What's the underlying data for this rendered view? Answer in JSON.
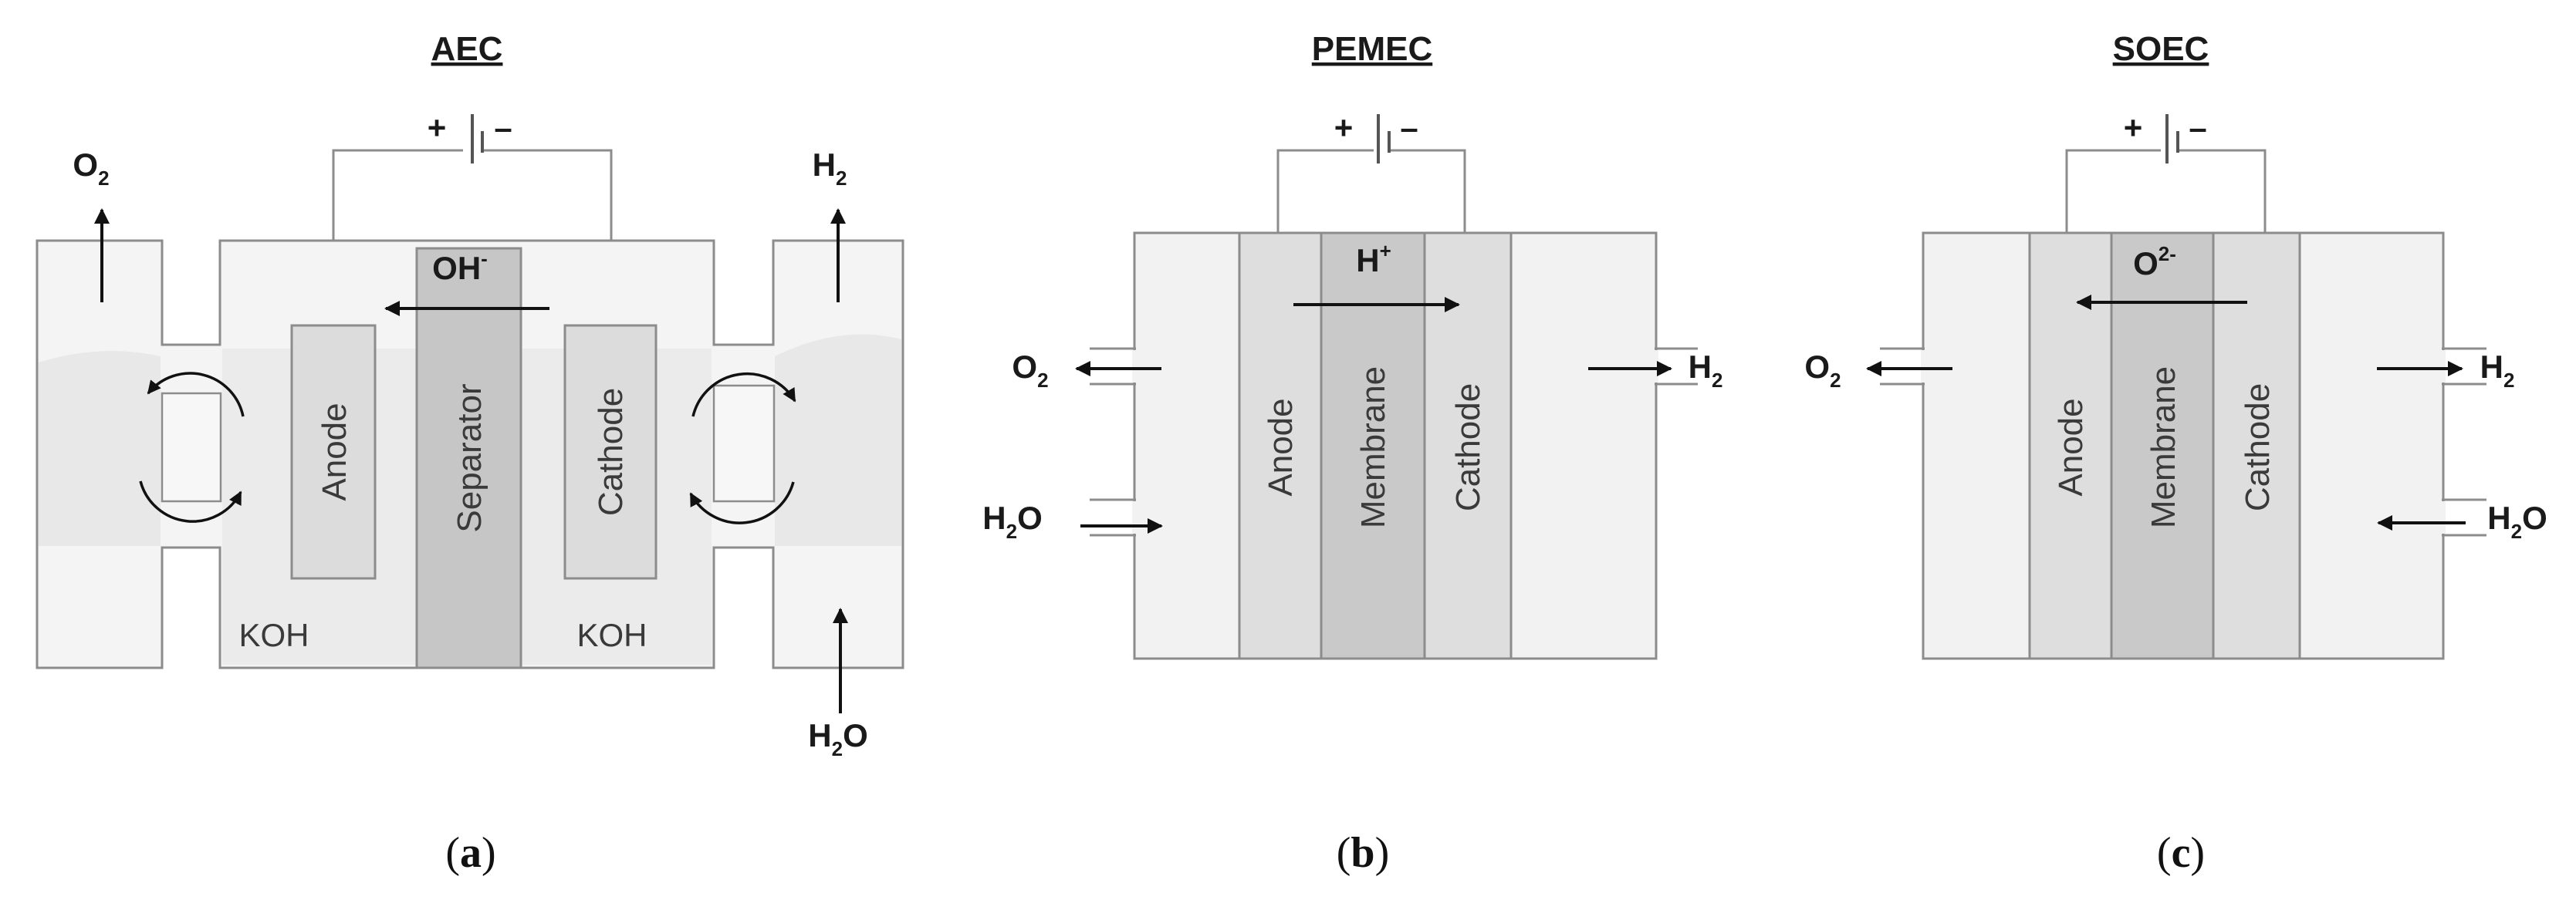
{
  "panels": {
    "a": {
      "title": "AEC",
      "battery_plus": "+",
      "battery_minus": "–",
      "anode": "Anode",
      "separator": "Separator",
      "cathode": "Cathode",
      "ion": "OH",
      "ion_sup": "-",
      "koh_left": "KOH",
      "koh_right": "KOH",
      "o2": "O",
      "o2_sub": "2",
      "h2": "H",
      "h2_sub": "2",
      "h2o": "H",
      "h2o_sub": "2",
      "h2o_end": "O",
      "caption_open": "(",
      "caption_letter": "a",
      "caption_close": ")"
    },
    "b": {
      "title": "PEMEC",
      "battery_plus": "+",
      "battery_minus": "–",
      "anode": "Anode",
      "membrane": "Membrane",
      "cathode": "Cathode",
      "ion": "H",
      "ion_sup": "+",
      "o2": "O",
      "o2_sub": "2",
      "h2": "H",
      "h2_sub": "2",
      "h2o": "H",
      "h2o_sub": "2",
      "h2o_end": "O",
      "caption_open": "(",
      "caption_letter": "b",
      "caption_close": ")"
    },
    "c": {
      "title": "SOEC",
      "battery_plus": "+",
      "battery_minus": "–",
      "anode": "Anode",
      "membrane": "Membrane",
      "cathode": "Cathode",
      "ion": "O",
      "ion_sup": "2-",
      "o2": "O",
      "o2_sub": "2",
      "h2": "H",
      "h2_sub": "2",
      "h2o": "H",
      "h2o_sub": "2",
      "h2o_end": "O",
      "caption_open": "(",
      "caption_letter": "c",
      "caption_close": ")"
    }
  },
  "colors": {
    "cell_fill": "#efefef",
    "electrode_fill": "#dedede",
    "separator_fill": "#c7c7c7",
    "outline": "#8c8c8c",
    "arrow": "#111111"
  }
}
